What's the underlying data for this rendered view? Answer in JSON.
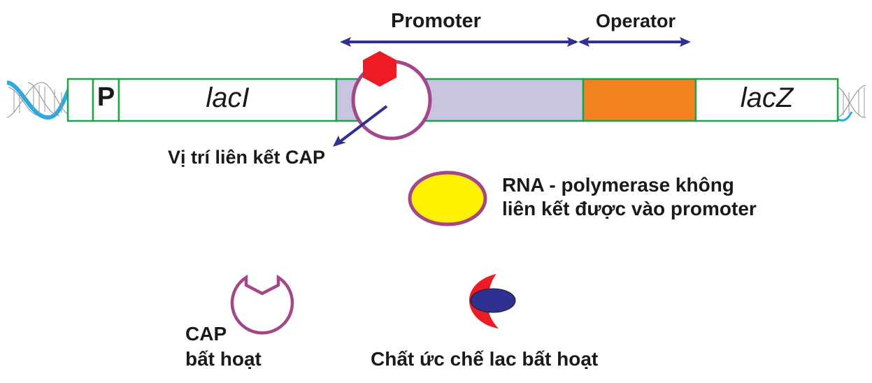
{
  "diagram": {
    "title": "lac operon with inactive CAP and inactive lac repressor",
    "colors": {
      "gene_border": "#1FA34A",
      "promoter_fill": "#C7C5E0",
      "operator_fill": "#F58220",
      "arrow": "#2E3192",
      "cap_outline": "#A4478A",
      "camp_hexagon": "#ED1C24",
      "rna_polymerase_fill": "#FFF200",
      "repressor_red": "#ED1C24",
      "repressor_blue": "#2E3192",
      "dna_helix": "#29ABE2"
    },
    "regions": {
      "promoter_label": "Promoter",
      "operator_label": "Operator"
    },
    "genes": {
      "p_label": "P",
      "laci_label": "lacI",
      "lacz_label": "lacZ"
    },
    "annotations": {
      "cap_site": "Vị trí liên kết CAP",
      "rna_pol_line1": "RNA - polymerase không",
      "rna_pol_line2": "liên kết được vào promoter",
      "cap_inactive_line1": "CAP",
      "cap_inactive_line2": "bất hoạt",
      "repressor_inactive": "Chất ức chế lac bất hoạt"
    }
  }
}
